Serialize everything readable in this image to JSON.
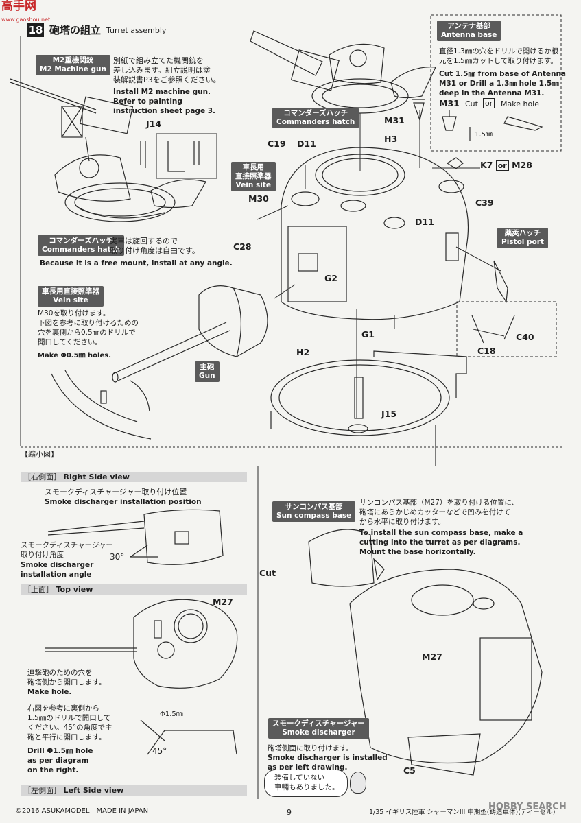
{
  "brand": {
    "logo": "高手网",
    "logo_sub": "www.gaoshou.net"
  },
  "header": {
    "step": "18",
    "title_jp": "砲塔の組立",
    "title_en": "Turret assembly"
  },
  "m2": {
    "label_jp": "M2重機関銃",
    "label_en": "M2 Machine gun",
    "text_jp": "別紙で組み立てた機関銃を\n差し込みます。組立説明は塗\n装解説書P3をご参照ください。",
    "text_en": "Install M2 machine gun.\nRefer to painting\ninstruction sheet page 3.",
    "part": "J14"
  },
  "commander_left": {
    "label_jp": "コマンダーズハッチ",
    "label_en": "Commanders hatch",
    "text_jp": "実車は旋回するので\n取り付け角度は自由です。",
    "text_en": "Because it is a free mount, install at any angle."
  },
  "commander_top": {
    "label_jp": "コマンダーズハッチ",
    "label_en": "Commanders hatch"
  },
  "antenna": {
    "label_jp": "アンテナ基部",
    "label_en": "Antenna base",
    "text_jp": "直径1.3㎜の穴をドリルで開けるか根\n元を1.5㎜カットして取り付けます。",
    "text_en": "Cut 1.5㎜ from base of Antenna\nM31 or Drill a 1.3㎜ hole 1.5㎜\ndeep in the Antenna M31.",
    "part": "M31",
    "cut": "Cut",
    "or": "or",
    "make_hole": "Make hole",
    "dim": "1.5㎜"
  },
  "vein_top": {
    "label_jp": "車長用\n直接照準器",
    "label_en": "Vein site"
  },
  "parts": {
    "c19": "C19",
    "d11a": "D11",
    "h3": "H3",
    "m31": "M31",
    "k7": "K7",
    "or": "or",
    "m28": "M28",
    "m30": "M30",
    "c39": "C39",
    "d11b": "D11",
    "c28": "C28",
    "g2": "G2",
    "g1": "G1",
    "c40": "C40",
    "c18": "C18",
    "h2": "H2",
    "j15": "J15"
  },
  "pistol": {
    "label_jp": "薬莢ハッチ",
    "label_en": "Pistol port"
  },
  "vein_left": {
    "label_jp": "車長用直接照準器",
    "label_en": "Vein site",
    "text_jp": "M30を取り付けます。\n下図を参考に取り付けるための\n穴を裏側から0.5㎜のドリルで\n開口してください。",
    "text_en": "Make Φ0.5㎜ holes."
  },
  "gun": {
    "label_jp": "主砲",
    "label_en": "Gun"
  },
  "reduced": {
    "title": "【縮小図】"
  },
  "right_view": {
    "bar_jp": "［右側面］",
    "bar_en": "Right Side view",
    "text_jp": "スモークディスチャージャー取り付け位置",
    "text_en": "Smoke discharger installation position",
    "angle_jp": "スモークディスチャージャー\n取り付け角度",
    "angle_en": "Smoke discharger\ninstallation angle",
    "angle": "30°"
  },
  "top_view": {
    "bar_jp": "［上面］",
    "bar_en": "Top view",
    "part": "M27",
    "text1_jp": "迫撃砲のための穴を\n砲塔側から開口します。",
    "text1_en": "Make hole.",
    "text2_jp": "右図を参考に裏側から\n1.5㎜のドリルで開口して\nください。45°の角度で主\n砲と平行に開口します。",
    "text2_en": "Drill Φ1.5㎜ hole\nas per diagram\non the right.",
    "dia": "Φ1.5㎜",
    "angle": "45°"
  },
  "left_view": {
    "bar_jp": "［左側面］",
    "bar_en": "Left Side view"
  },
  "sun": {
    "label_jp": "サンコンパス基部",
    "label_en": "Sun compass base",
    "text_jp": "サンコンパス基部（M27）を取り付ける位置に、\n砲塔にあらかじめカッターなどで凹みを付けて\nから水平に取り付けます。",
    "text_en": "To install the sun compass base, make a\ncutting into the turret as per diagrams.\nMount the base horizontally.",
    "cut": "Cut",
    "part": "M27"
  },
  "smoke": {
    "label_jp": "スモークディスチャージャー",
    "label_en": "Smoke discharger",
    "text_jp": "砲塔側面に取り付けます。",
    "text_en": "Smoke discharger is installed\nas per left drawing.",
    "part": "C5"
  },
  "bubble": {
    "text": "装備していない\n車輛もありました。"
  },
  "footer": {
    "copyright": "©2016 ASUKAMODEL　MADE IN JAPAN",
    "page": "9",
    "product": "1/35 イギリス陸軍 シャーマンIII 中期型(鋳造車体)(ディーゼル)",
    "watermark": "HOBBY SEARCH"
  }
}
